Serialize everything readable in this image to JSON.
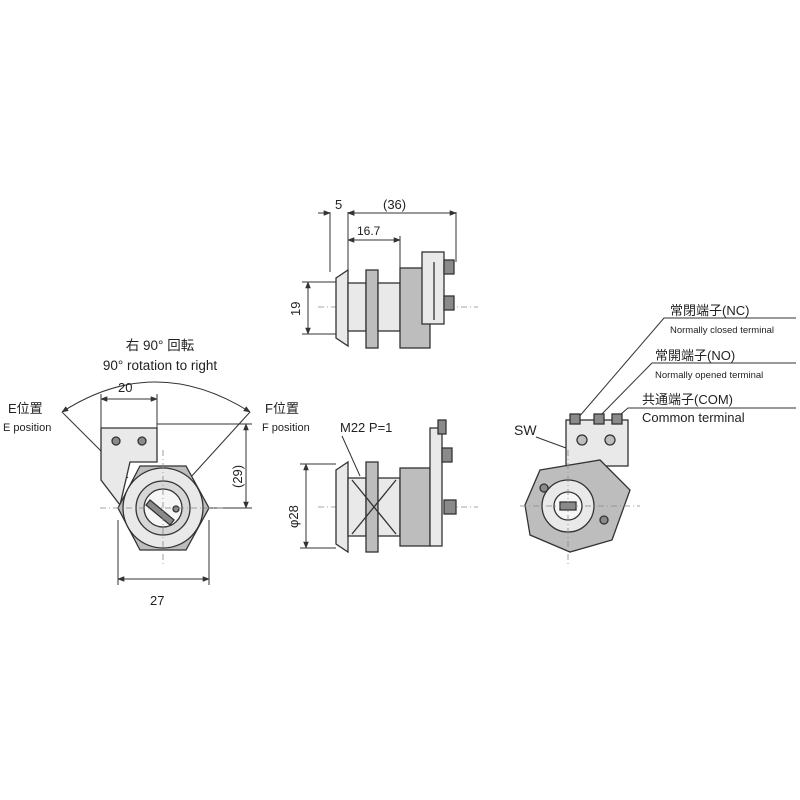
{
  "dimensions": {
    "thickness": "5",
    "overall_length": "(36)",
    "body_length": "16.7",
    "height": "19",
    "bracket_width": "20",
    "body_width": "27",
    "bracket_height": "(29)",
    "diameter": "φ28",
    "thread": "M22 P=1"
  },
  "rotation": {
    "label_ja": "右 90° 回転",
    "label_en": "90° rotation to right"
  },
  "positions": {
    "e_ja": "E位置",
    "e_en": "E position",
    "f_ja": "F位置",
    "f_en": "F position"
  },
  "switch": {
    "label": "SW",
    "nc_ja": "常閉端子(NC)",
    "nc_en": "Normally closed terminal",
    "no_ja": "常開端子(NO)",
    "no_en": "Normally opened terminal",
    "com_ja": "共通端子(COM)",
    "com_en": "Common terminal"
  }
}
